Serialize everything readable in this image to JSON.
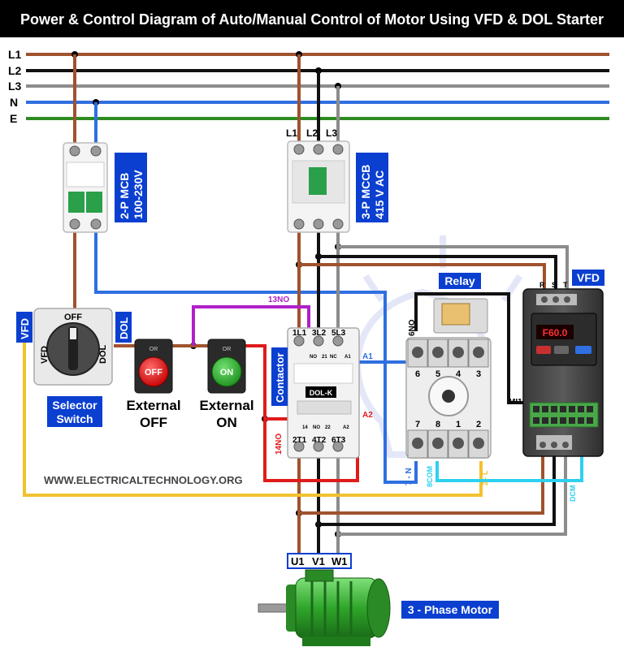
{
  "title": "Power & Control Diagram of Auto/Manual Control of Motor Using VFD & DOL Starter",
  "buses": [
    {
      "label": "L1",
      "color": "#a0522d"
    },
    {
      "label": "L2",
      "color": "#111111"
    },
    {
      "label": "L3",
      "color": "#8c8c8c"
    },
    {
      "label": "N",
      "color": "#2f6fe0"
    },
    {
      "label": "E",
      "color": "#2e8b22"
    }
  ],
  "mcb": {
    "label_line1": "2-P MCB",
    "label_line2": "100-230V"
  },
  "mccb": {
    "label_line1": "3-P MCCB",
    "label_line2": "415 V AC",
    "terminals": [
      "L1",
      "L2",
      "L3"
    ]
  },
  "selector": {
    "side_label_left": "VFD",
    "side_label_right": "DOL",
    "off": "OFF",
    "face_left": "VFD",
    "face_right": "DOL",
    "caption_line1": "Selector",
    "caption_line2": "Switch"
  },
  "pushbuttons": {
    "off_face": "OFF",
    "on_face": "ON",
    "top_mark": "OR",
    "off_caption_1": "External",
    "off_caption_2": "OFF",
    "on_caption_1": "External",
    "on_caption_2": "ON"
  },
  "contactor": {
    "label": "Contactor",
    "nameplate": "DOL-K",
    "top_terminals": [
      "1L1",
      "3L2",
      "5L3"
    ],
    "aux_top": [
      "NO",
      "21",
      "NC",
      "A1"
    ],
    "aux_bottom": [
      "14",
      "NO",
      "22",
      "A2"
    ],
    "bottom_terminals": [
      "2T1",
      "4T2",
      "6T3"
    ],
    "tag_13no": "13NO",
    "tag_14no": "14NO",
    "tag_a1": "A1",
    "tag_a2": "A2"
  },
  "relay": {
    "title": "Relay",
    "top_numbers": [
      "6",
      "5",
      "4",
      "3"
    ],
    "bottom_numbers": [
      "7",
      "8",
      "1",
      "2"
    ],
    "tag_6no": "6NO",
    "tag_7n": "7 - N",
    "tag_8com": "8COM",
    "tag_2l": "2 - L"
  },
  "vfd": {
    "title": "VFD",
    "terminals": [
      "R",
      "S",
      "T"
    ],
    "display": "F60.0",
    "tag_mi1": "MI1",
    "tag_dcm": "DCM"
  },
  "motor": {
    "terminals": [
      "U1",
      "V1",
      "W1"
    ],
    "label": "3 - Phase Motor"
  },
  "watermark": "WWW.ELECTRICALTECHNOLOGY.ORG",
  "colors": {
    "brown": "#a0522d",
    "black": "#111111",
    "grey": "#8c8c8c",
    "blue": "#2f6fe0",
    "green": "#2e8b22",
    "yellow": "#f2c12e",
    "red": "#e01b1b",
    "purple": "#b020c8",
    "cyan": "#2ed0f0",
    "label_blue": "#0a3fd0"
  }
}
